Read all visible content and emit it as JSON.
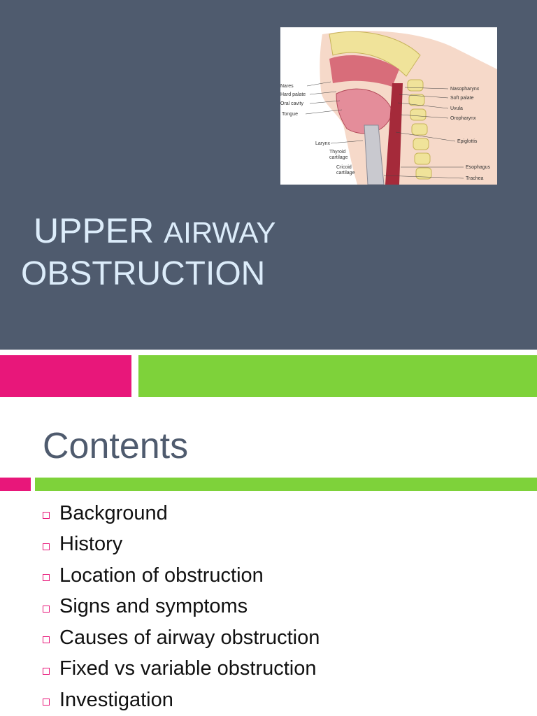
{
  "slide1": {
    "title_word1": "UPPER",
    "title_word2": "AIRWAY",
    "title_line2": "OBSTRUCTION",
    "anatomy_labels": {
      "nares": "Nares",
      "hard_palate": "Hard palate",
      "oral_cavity": "Oral cavity",
      "tongue": "Tongue",
      "larynx": "Larynx",
      "thyroid": "Thyroid",
      "cartilage1": "cartilage",
      "cricoid": "Cricoid",
      "cartilage2": "cartilage",
      "nasopharynx": "Nasopharynx",
      "soft_palate": "Soft palate",
      "uvula": "Uvula",
      "oropharynx": "Oropharynx",
      "epiglottis": "Epiglottis",
      "esophagus": "Esophagus",
      "trachea": "Trachea"
    }
  },
  "slide2": {
    "title": "Contents",
    "items": [
      "Background",
      "History",
      "Location of obstruction",
      "Signs and symptoms",
      "Causes of airway obstruction",
      "Fixed vs variable obstruction",
      "Investigation"
    ]
  },
  "colors": {
    "slide_bg": "#4f5b6e",
    "title_text": "#dcecfa",
    "pink": "#e8177a",
    "green": "#7ed23a"
  }
}
